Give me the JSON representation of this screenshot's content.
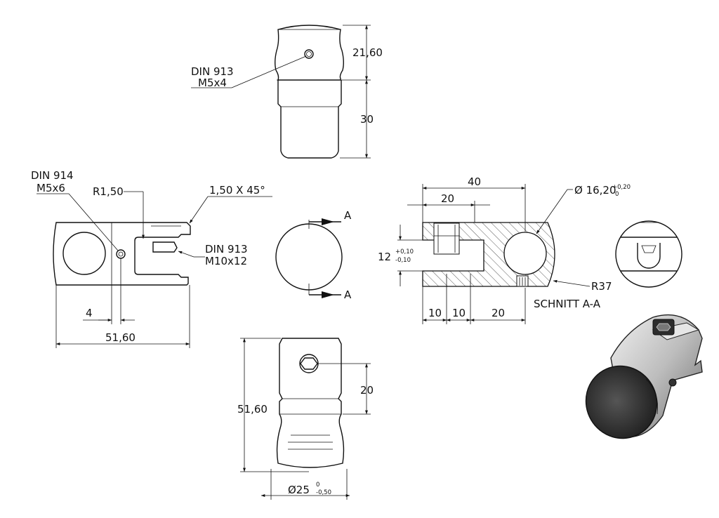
{
  "views": {
    "top": {
      "callout": [
        "DIN 913",
        "M5x4"
      ],
      "dim_upper": "21,60",
      "dim_lower": "30"
    },
    "front": {
      "callout_top_left": [
        "DIN 914",
        "M5x6"
      ],
      "radius": "R1,50",
      "chamfer": "1,50 X 45°",
      "callout_right": [
        "DIN 913",
        "M10x12"
      ],
      "dim_offset": "4",
      "dim_width": "51,60"
    },
    "side": {
      "section_marker": "A"
    },
    "section": {
      "dim_total": "40",
      "dim_20_top": "20",
      "diameter": "Ø 16,20",
      "diameter_tol_upper": "+0,20",
      "diameter_tol_lower": "0",
      "height": "12",
      "height_tol_upper": "+0,10",
      "height_tol_lower": "-0,10",
      "dim_10_a": "10",
      "dim_10_b": "10",
      "dim_20_bottom": "20",
      "radius": "R37",
      "title": "SCHNITT A-A"
    },
    "bottom": {
      "dim_height": "51,60",
      "dim_hole": "20",
      "diameter": "Ø25",
      "tol_upper": "0",
      "tol_lower": "-0,50"
    }
  },
  "colors": {
    "line": "#111111",
    "shade_dark": "#3a3a3a",
    "shade_light": "#cfcfcf"
  }
}
